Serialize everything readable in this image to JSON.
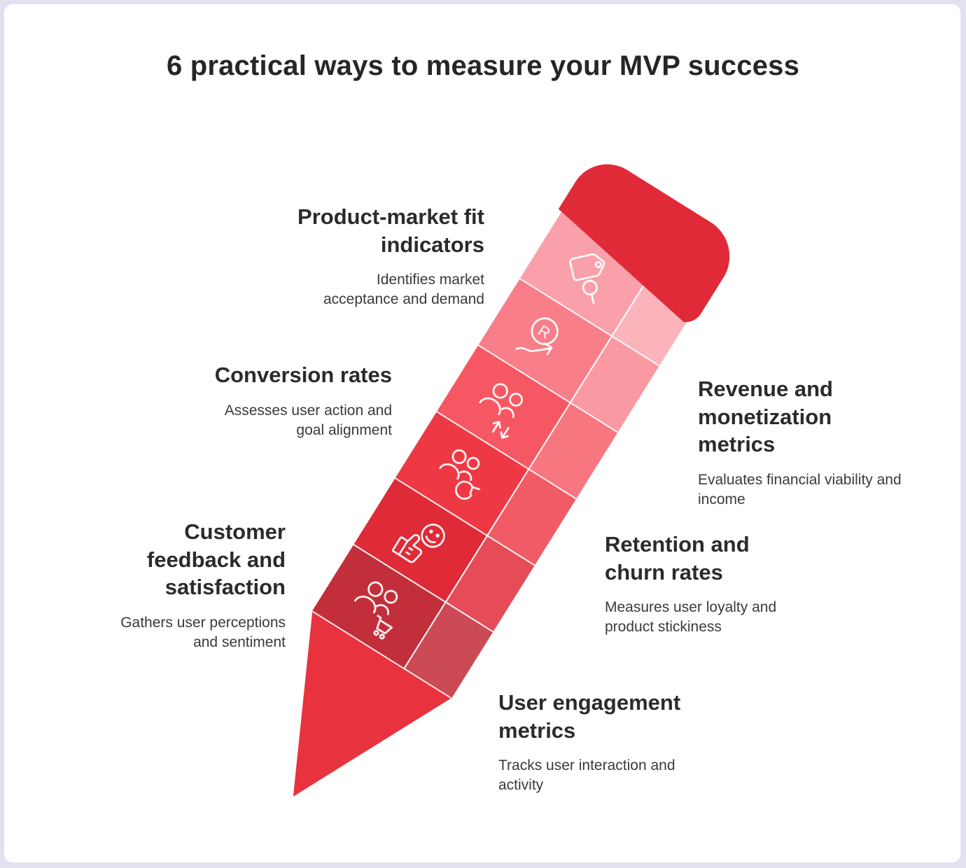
{
  "page": {
    "background_color": "#e3e1f0",
    "card_color": "#ffffff"
  },
  "title": "6 practical ways to measure your MVP success",
  "pencil": {
    "eraser_color": "#e02a38",
    "tip_color": "#e8333f",
    "outline_color": "#ffffff",
    "segments": [
      {
        "name": "product-market-fit",
        "icon": "tag-search-icon",
        "main": "#f9a0aa",
        "side": "#fbb4bc"
      },
      {
        "name": "revenue",
        "icon": "revenue-growth-icon",
        "main": "#f87e89",
        "side": "#fa99a2"
      },
      {
        "name": "conversion",
        "icon": "users-updown-icon",
        "main": "#f65863",
        "side": "#f87680"
      },
      {
        "name": "retention",
        "icon": "users-refresh-icon",
        "main": "#ee3945",
        "side": "#f15b66"
      },
      {
        "name": "feedback",
        "icon": "thumbs-up-smiley-icon",
        "main": "#df2a38",
        "side": "#e64c58"
      },
      {
        "name": "engagement",
        "icon": "users-cart-icon",
        "main": "#c22f3b",
        "side": "#cc4a55"
      }
    ]
  },
  "labels": [
    {
      "heading": "Product-market fit indicators",
      "sub": "Identifies market acceptance and demand"
    },
    {
      "heading": "Conversion rates",
      "sub": "Assesses user action and goal alignment"
    },
    {
      "heading": "Customer feedback and satisfaction",
      "sub": "Gathers user perceptions and sentiment"
    },
    {
      "heading": "Revenue and monetization metrics",
      "sub": "Evaluates financial viability and income"
    },
    {
      "heading": "Retention and churn rates",
      "sub": "Measures user loyalty and product stickiness"
    },
    {
      "heading": "User engagement metrics",
      "sub": "Tracks user interaction and activity"
    }
  ]
}
